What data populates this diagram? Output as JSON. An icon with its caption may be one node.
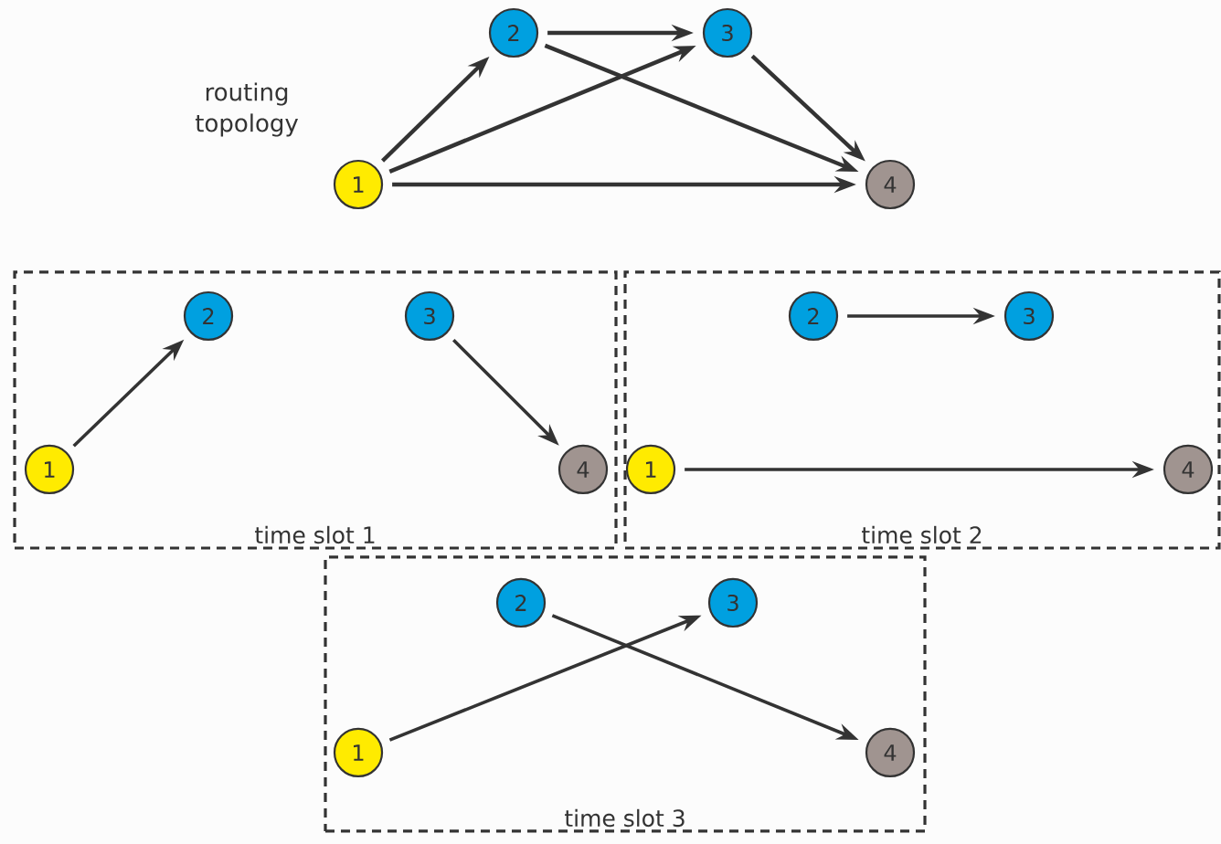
{
  "diagram": {
    "nodes": [
      {
        "text": [
          "2"
        ]
      },
      {
        "text": [
          "3"
        ]
      },
      {
        "text": [
          "1"
        ]
      },
      {
        "text": [
          "4"
        ]
      },
      {
        "text": [
          "time slot 1"
        ]
      },
      {
        "text": [
          "2"
        ],
        "in": 4
      },
      {
        "text": [
          "3"
        ],
        "in": 4
      },
      {
        "text": [
          "1"
        ],
        "in": 4
      },
      {
        "text": [
          "4"
        ],
        "in": 4
      },
      {
        "text": [
          "time slot 2"
        ]
      },
      {
        "text": [
          "2"
        ],
        "in": 9
      },
      {
        "text": [
          "3"
        ],
        "in": 9
      },
      {
        "text": [
          "1"
        ],
        "in": 9
      },
      {
        "text": [
          "4"
        ],
        "in": 9
      },
      {
        "text": [
          "time slot 3"
        ]
      },
      {
        "text": [
          "2"
        ],
        "in": 14
      },
      {
        "text": [
          "3"
        ],
        "in": 14
      },
      {
        "text": [
          "1"
        ],
        "in": 14
      },
      {
        "text": [
          "4"
        ],
        "in": 14
      }
    ],
    "edges": [
      {
        "from": 2,
        "to": 0,
        "arrow": "to"
      },
      {
        "from": 2,
        "to": 1,
        "arrow": "to"
      },
      {
        "from": 2,
        "to": 3,
        "arrow": "to"
      },
      {
        "from": 0,
        "to": 1,
        "arrow": "to"
      },
      {
        "from": 0,
        "to": 3,
        "arrow": "to"
      },
      {
        "from": 1,
        "to": 3,
        "arrow": "to"
      },
      {
        "from": 7,
        "to": 5,
        "arrow": "to"
      },
      {
        "from": 6,
        "to": 8,
        "arrow": "to"
      },
      {
        "from": 10,
        "to": 11,
        "arrow": "to"
      },
      {
        "from": 12,
        "to": 13,
        "arrow": "to"
      },
      {
        "from": 17,
        "to": 16,
        "arrow": "to"
      },
      {
        "from": 15,
        "to": 18,
        "arrow": "to"
      }
    ],
    "labels": [
      "routing topology"
    ]
  }
}
